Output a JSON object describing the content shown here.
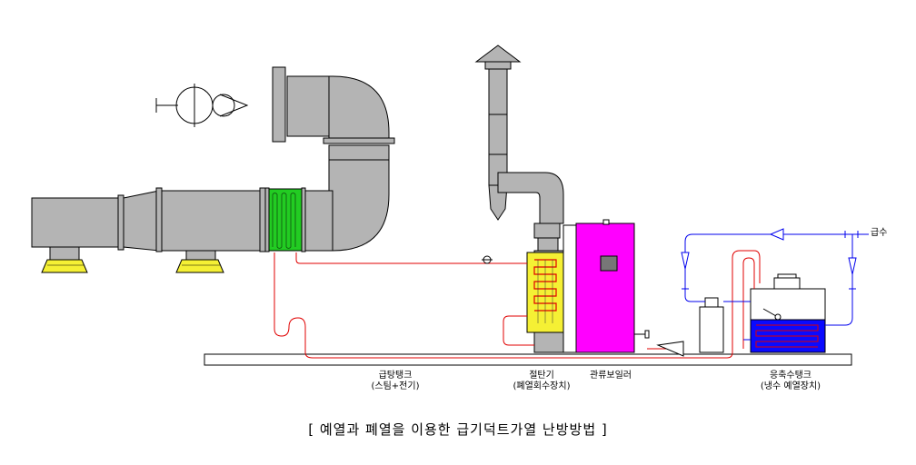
{
  "diagram": {
    "caption": "[ 예열과 폐열을 이용한 급기덕트가열 난방방법 ]",
    "labels": {
      "supply_water": "급수",
      "supply_tank_line1": "급탕탱크",
      "supply_tank_line2": "(스팀+전기)",
      "economizer_line1": "절탄기",
      "economizer_line2": "(폐열회수장치)",
      "boiler": "관류보일러",
      "storage_tank_line1": "응축수탱크",
      "storage_tank_line2": "(냉수 예열장치)"
    },
    "colors": {
      "duct": "#b4b4b4",
      "coil": "#22cc22",
      "economizer": "#f5f034",
      "boiler": "#ff00ff",
      "water": "#0a0aff",
      "hot_pipe": "#e00000",
      "cold_pipe": "#0000ee",
      "base_pad": "#f5f034"
    }
  }
}
